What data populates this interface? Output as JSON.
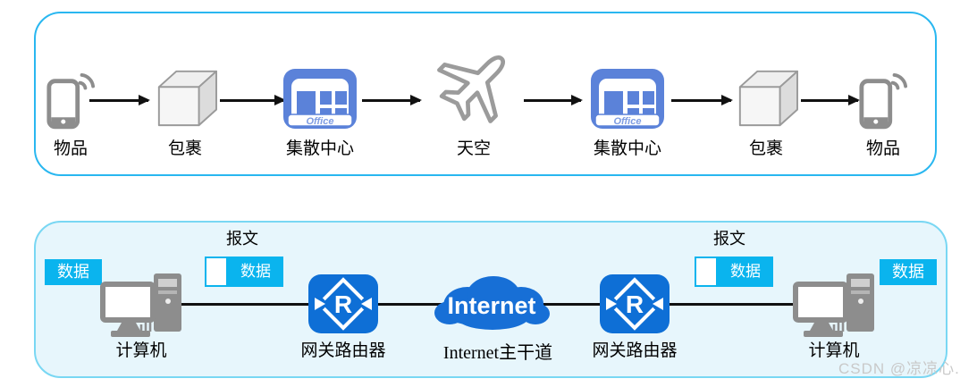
{
  "top": {
    "office_text": "Office",
    "nodes": [
      {
        "icon": "phone-icon",
        "label": "物品"
      },
      {
        "icon": "package-icon",
        "label": "包裹"
      },
      {
        "icon": "office-icon",
        "label": "集散中心"
      },
      {
        "icon": "airplane-icon",
        "label": "天空"
      },
      {
        "icon": "office-icon",
        "label": "集散中心"
      },
      {
        "icon": "package-icon",
        "label": "包裹"
      },
      {
        "icon": "phone-icon",
        "label": "物品"
      }
    ]
  },
  "bottom": {
    "data_badge_left": "数据",
    "data_badge_right": "数据",
    "message_left": "报文",
    "message_right": "报文",
    "packet_left_data": "数据",
    "packet_right_data": "数据",
    "computer_left": "计算机",
    "computer_right": "计算机",
    "router_left": "网关路由器",
    "router_right": "网关路由器",
    "router_glyph": "R",
    "cloud_text": "Internet",
    "cloud_label": "Internet主干道"
  },
  "watermark": "CSDN @凉凉心.",
  "colors": {
    "accent_cyan": "#0ab4ee",
    "top_panel_border": "#29b7f0",
    "bottom_panel_border": "#79d7f3",
    "bottom_panel_fill": "#e7f6fc",
    "router_blue": "#0e6fd6",
    "cloud_blue": "#176fd6",
    "office_blue": "#5b82d9",
    "icon_gray": "#8d8d8d",
    "line_black": "#111111"
  }
}
